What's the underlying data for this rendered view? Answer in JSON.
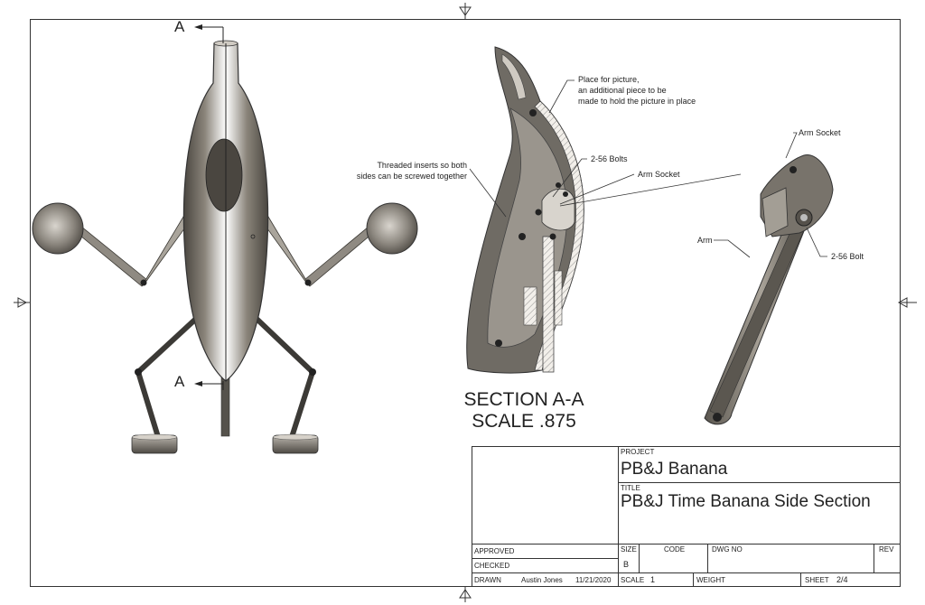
{
  "section_marker": {
    "top_letter": "A",
    "bottom_letter": "A"
  },
  "section_view": {
    "title": "SECTION A-A",
    "scale": "SCALE .875"
  },
  "callouts": {
    "picture_place": [
      "Place for picture,",
      "an additional piece to be",
      "made to hold the picture in place"
    ],
    "threaded_inserts": [
      "Threaded inserts so both",
      "sides can be screwed together"
    ],
    "bolts_section": "2-56 Bolts",
    "arm_socket_section": "Arm Socket",
    "arm_socket_iso": "Arm Socket",
    "arm": "Arm",
    "bolt_iso": "2-56 Bolt"
  },
  "title_block": {
    "project_label": "PROJECT",
    "project_value": "PB&J Banana",
    "title_label": "TITLE",
    "title_value": "PB&J Time Banana Side Section",
    "approved_label": "APPROVED",
    "checked_label": "CHECKED",
    "drawn_label": "DRAWN",
    "drawn_by": "Austin Jones",
    "drawn_date": "11/21/2020",
    "size_label": "SIZE",
    "size_value": "B",
    "code_label": "CODE",
    "dwg_label": "DWG NO",
    "rev_label": "REV",
    "scale_label": "SCALE",
    "scale_value": "1",
    "weight_label": "WEIGHT",
    "sheet_label": "SHEET",
    "sheet_value": "2/4"
  }
}
